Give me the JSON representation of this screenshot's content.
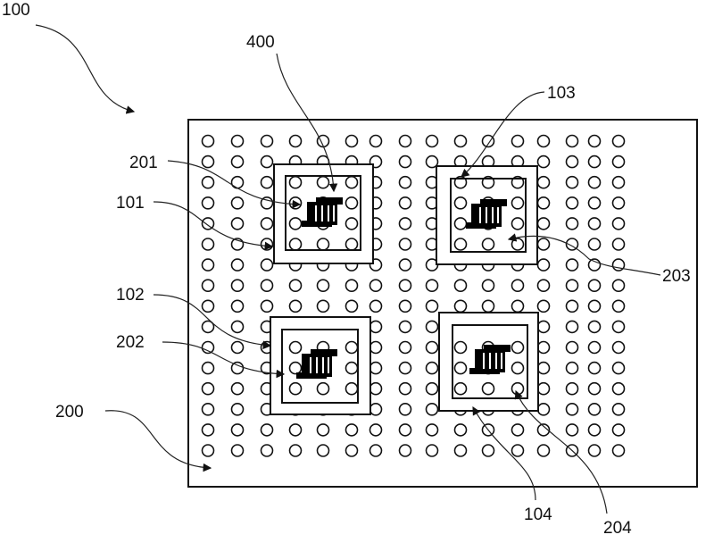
{
  "labels": {
    "l100": "100",
    "l400": "400",
    "l103": "103",
    "l201": "201",
    "l101": "101",
    "l102": "102",
    "l202": "202",
    "l203": "203",
    "l200": "200",
    "l104": "104",
    "l204": "204"
  }
}
